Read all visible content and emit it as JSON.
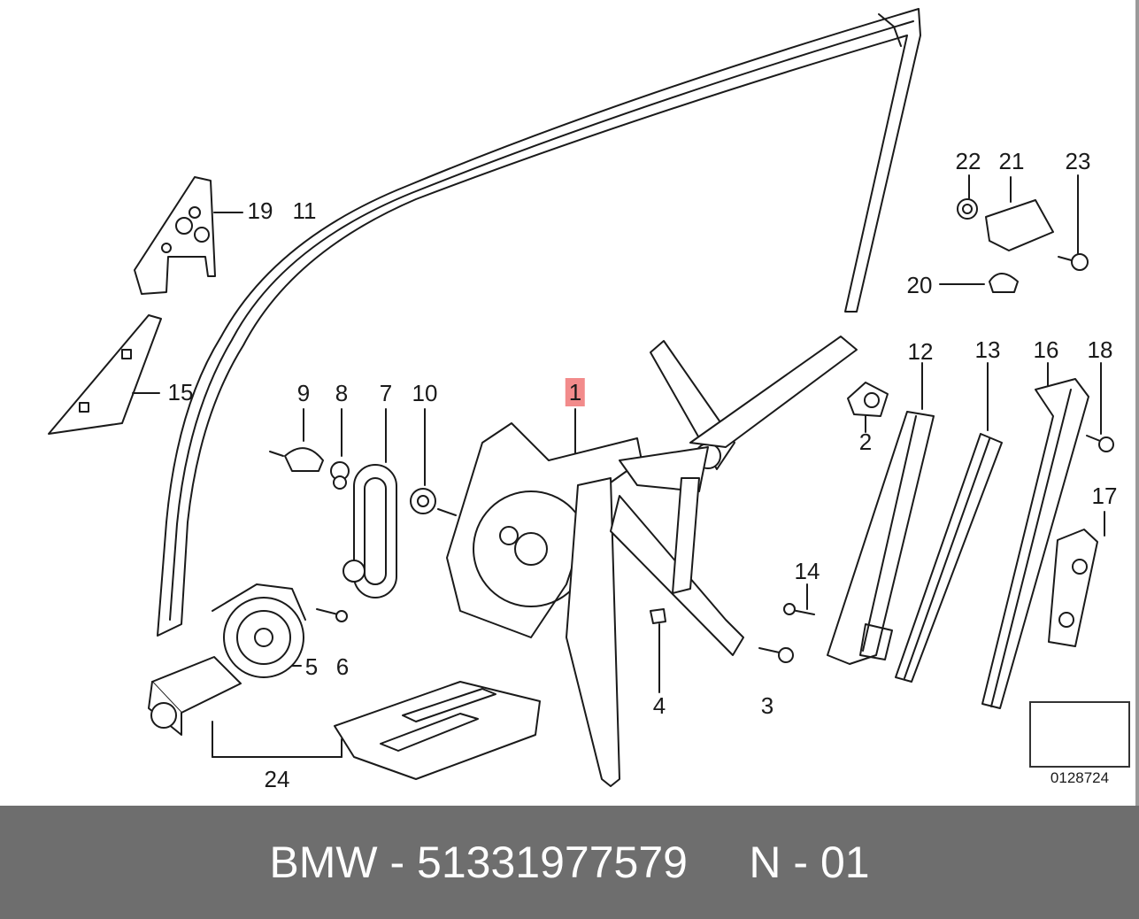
{
  "parts": [
    {
      "label": "1",
      "highlight": true
    },
    {
      "label": "2"
    },
    {
      "label": "3"
    },
    {
      "label": "4"
    },
    {
      "label": "5"
    },
    {
      "label": "6"
    },
    {
      "label": "7"
    },
    {
      "label": "8"
    },
    {
      "label": "9"
    },
    {
      "label": "10"
    },
    {
      "label": "11"
    },
    {
      "label": "12"
    },
    {
      "label": "13"
    },
    {
      "label": "14"
    },
    {
      "label": "15"
    },
    {
      "label": "16"
    },
    {
      "label": "17"
    },
    {
      "label": "18"
    },
    {
      "label": "19"
    },
    {
      "label": "20"
    },
    {
      "label": "21"
    },
    {
      "label": "22"
    },
    {
      "label": "23"
    },
    {
      "label": "24"
    }
  ],
  "reference_code": "0128724",
  "footer": {
    "brand": "BMW",
    "separator": " - ",
    "part_number": "51331977579",
    "position_code": "N - 01"
  },
  "colors": {
    "line": "#1a1a1a",
    "highlight": "#f28b8b",
    "footer_bg": "#6e6e6e",
    "footer_text": "#ffffff"
  }
}
